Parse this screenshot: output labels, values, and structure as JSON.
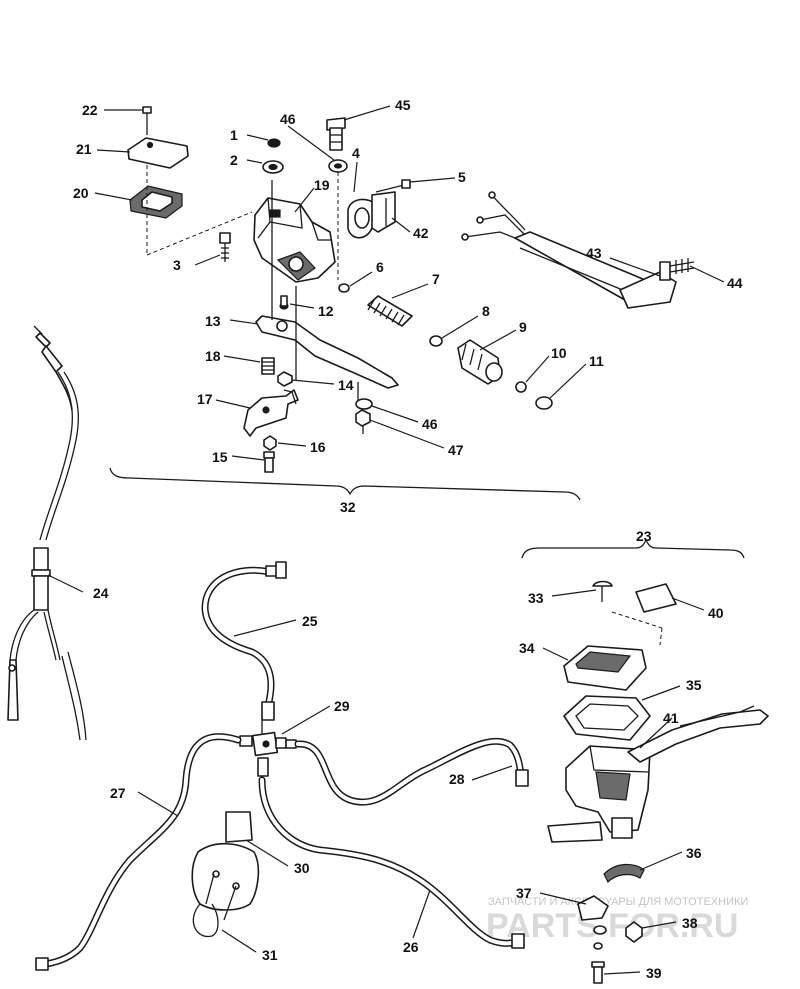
{
  "callouts": [
    {
      "n": "1"
    },
    {
      "n": "2"
    },
    {
      "n": "3"
    },
    {
      "n": "4"
    },
    {
      "n": "5"
    },
    {
      "n": "6"
    },
    {
      "n": "7"
    },
    {
      "n": "8"
    },
    {
      "n": "9"
    },
    {
      "n": "10"
    },
    {
      "n": "11"
    },
    {
      "n": "12"
    },
    {
      "n": "13"
    },
    {
      "n": "14"
    },
    {
      "n": "15"
    },
    {
      "n": "16"
    },
    {
      "n": "17"
    },
    {
      "n": "18"
    },
    {
      "n": "19"
    },
    {
      "n": "20"
    },
    {
      "n": "21"
    },
    {
      "n": "22"
    },
    {
      "n": "23"
    },
    {
      "n": "24"
    },
    {
      "n": "25"
    },
    {
      "n": "26"
    },
    {
      "n": "27"
    },
    {
      "n": "28"
    },
    {
      "n": "29"
    },
    {
      "n": "30"
    },
    {
      "n": "31"
    },
    {
      "n": "32"
    },
    {
      "n": "33"
    },
    {
      "n": "34"
    },
    {
      "n": "35"
    },
    {
      "n": "36"
    },
    {
      "n": "37"
    },
    {
      "n": "38"
    },
    {
      "n": "39"
    },
    {
      "n": "40"
    },
    {
      "n": "41"
    },
    {
      "n": "42"
    },
    {
      "n": "43"
    },
    {
      "n": "44"
    },
    {
      "n": "45"
    },
    {
      "n": "46"
    },
    {
      "n": "46"
    },
    {
      "n": "47"
    }
  ],
  "watermark": {
    "tagline": "ЗАПЧАСТИ И АКСЕССУАРЫ ДЛЯ МОТОТЕХНИКИ",
    "brand": "PARTS FOR.RU"
  },
  "colors": {
    "ink": "#1a1a1a",
    "paper": "#ffffff",
    "watermark": "#d9d9d9"
  }
}
